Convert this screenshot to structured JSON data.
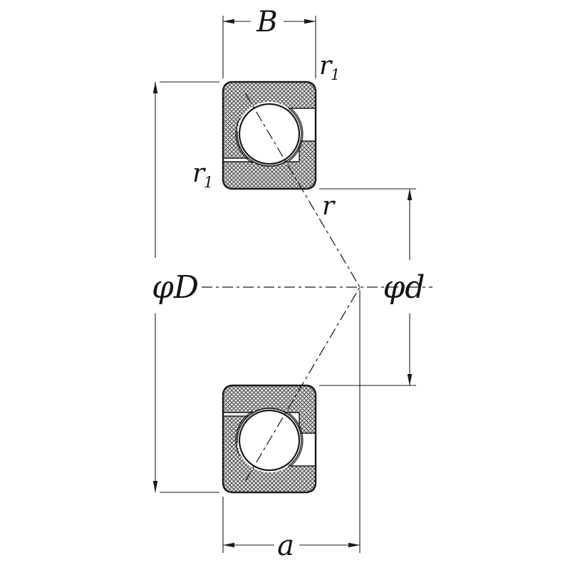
{
  "drawing": {
    "subject": "Angular contact ball bearing - dimensioned cross-section",
    "background": "#ffffff",
    "line_color": "#1a1a1a",
    "hatch_color": "#4a4a4a"
  },
  "labels": {
    "width": "B",
    "outer_diameter": "φD",
    "bore_diameter": "φd",
    "contact_apex_distance": "a",
    "r1_top": {
      "base": "r",
      "sub": "1"
    },
    "r1_side": {
      "base": "r",
      "sub": "1"
    },
    "r_inner": "r"
  }
}
